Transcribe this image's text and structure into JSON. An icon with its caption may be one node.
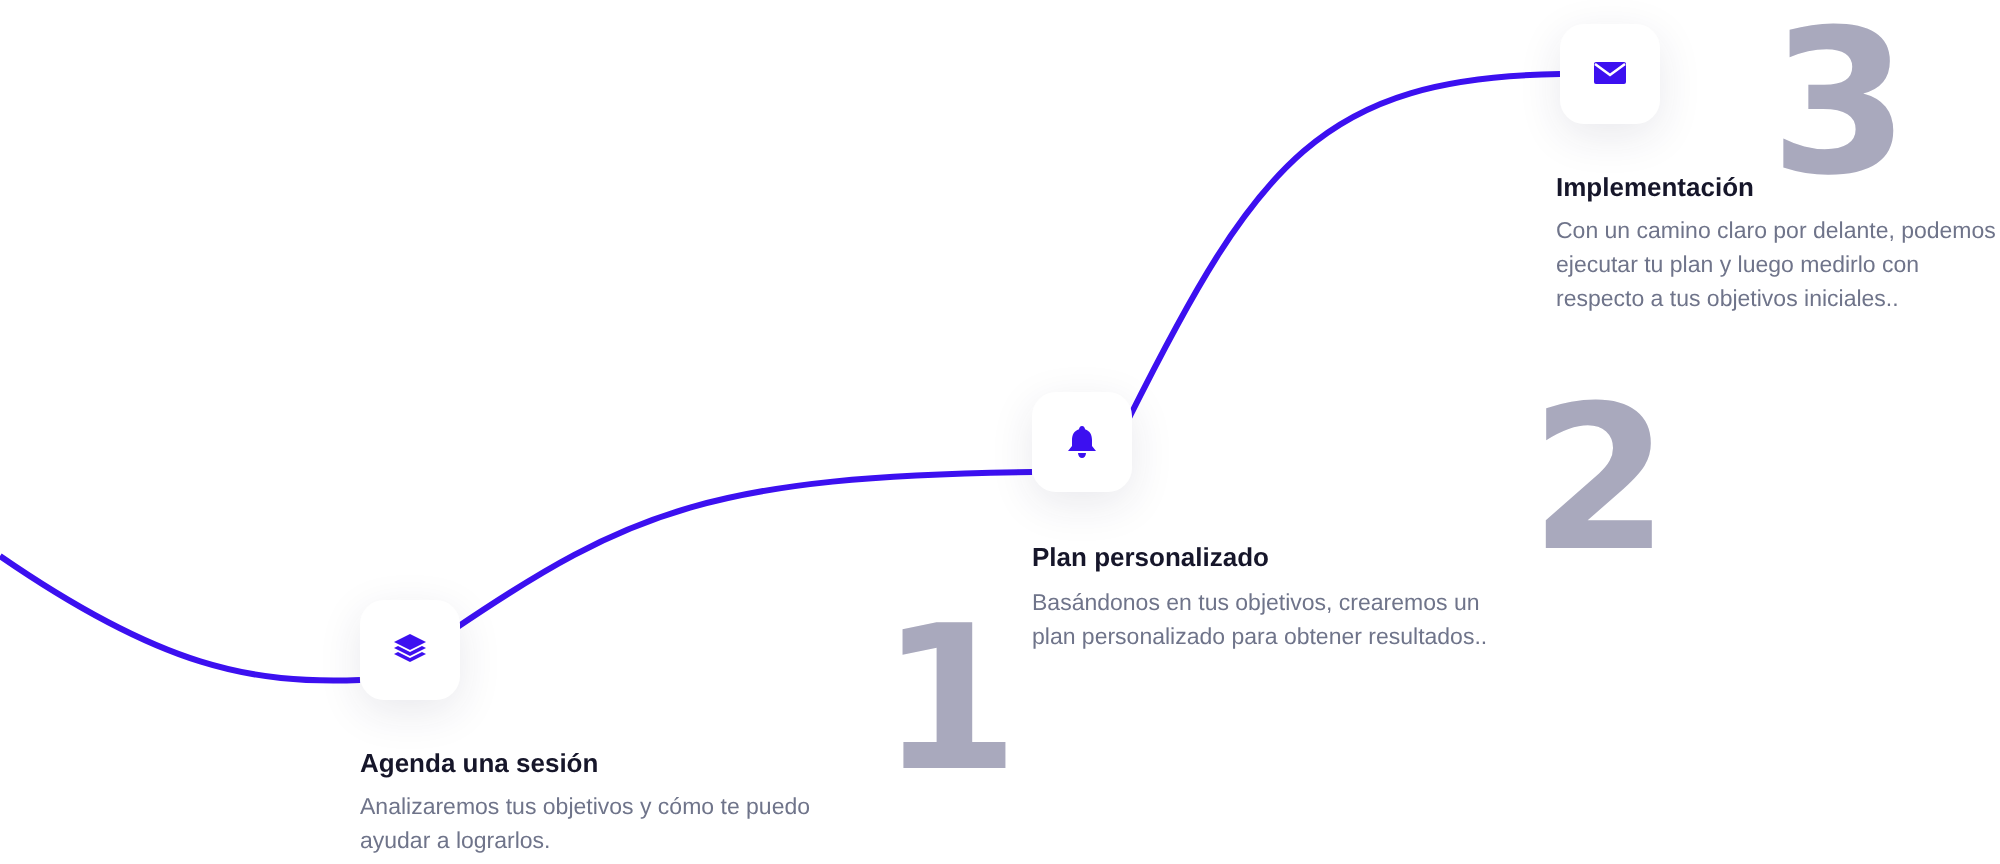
{
  "diagram": {
    "nodes": [
      {
        "text": [],
        "shape": "box",
        "beside": [
          "1",
          "Agenda una sesión",
          "Analizaremos tus objetivos y cómo te puedo ayudar a lograrlos."
        ]
      },
      {
        "text": [],
        "shape": "box",
        "beside": [
          "2",
          "Plan personalizado",
          "Basándonos en tus objetivos, crearemos un plan personalizado para obtener resultados.."
        ]
      },
      {
        "text": [],
        "shape": "box",
        "beside": [
          "3",
          "Implementación",
          "Con un camino claro por delante, podemos ejecutar tu plan y luego medirlo con respecto a tus objetivos iniciales.."
        ]
      }
    ],
    "edges": [
      {
        "from": null,
        "to": 0,
        "arrow": "none"
      },
      {
        "from": 0,
        "to": 1,
        "arrow": "none"
      },
      {
        "from": 1,
        "to": 2,
        "arrow": "none"
      }
    ]
  }
}
